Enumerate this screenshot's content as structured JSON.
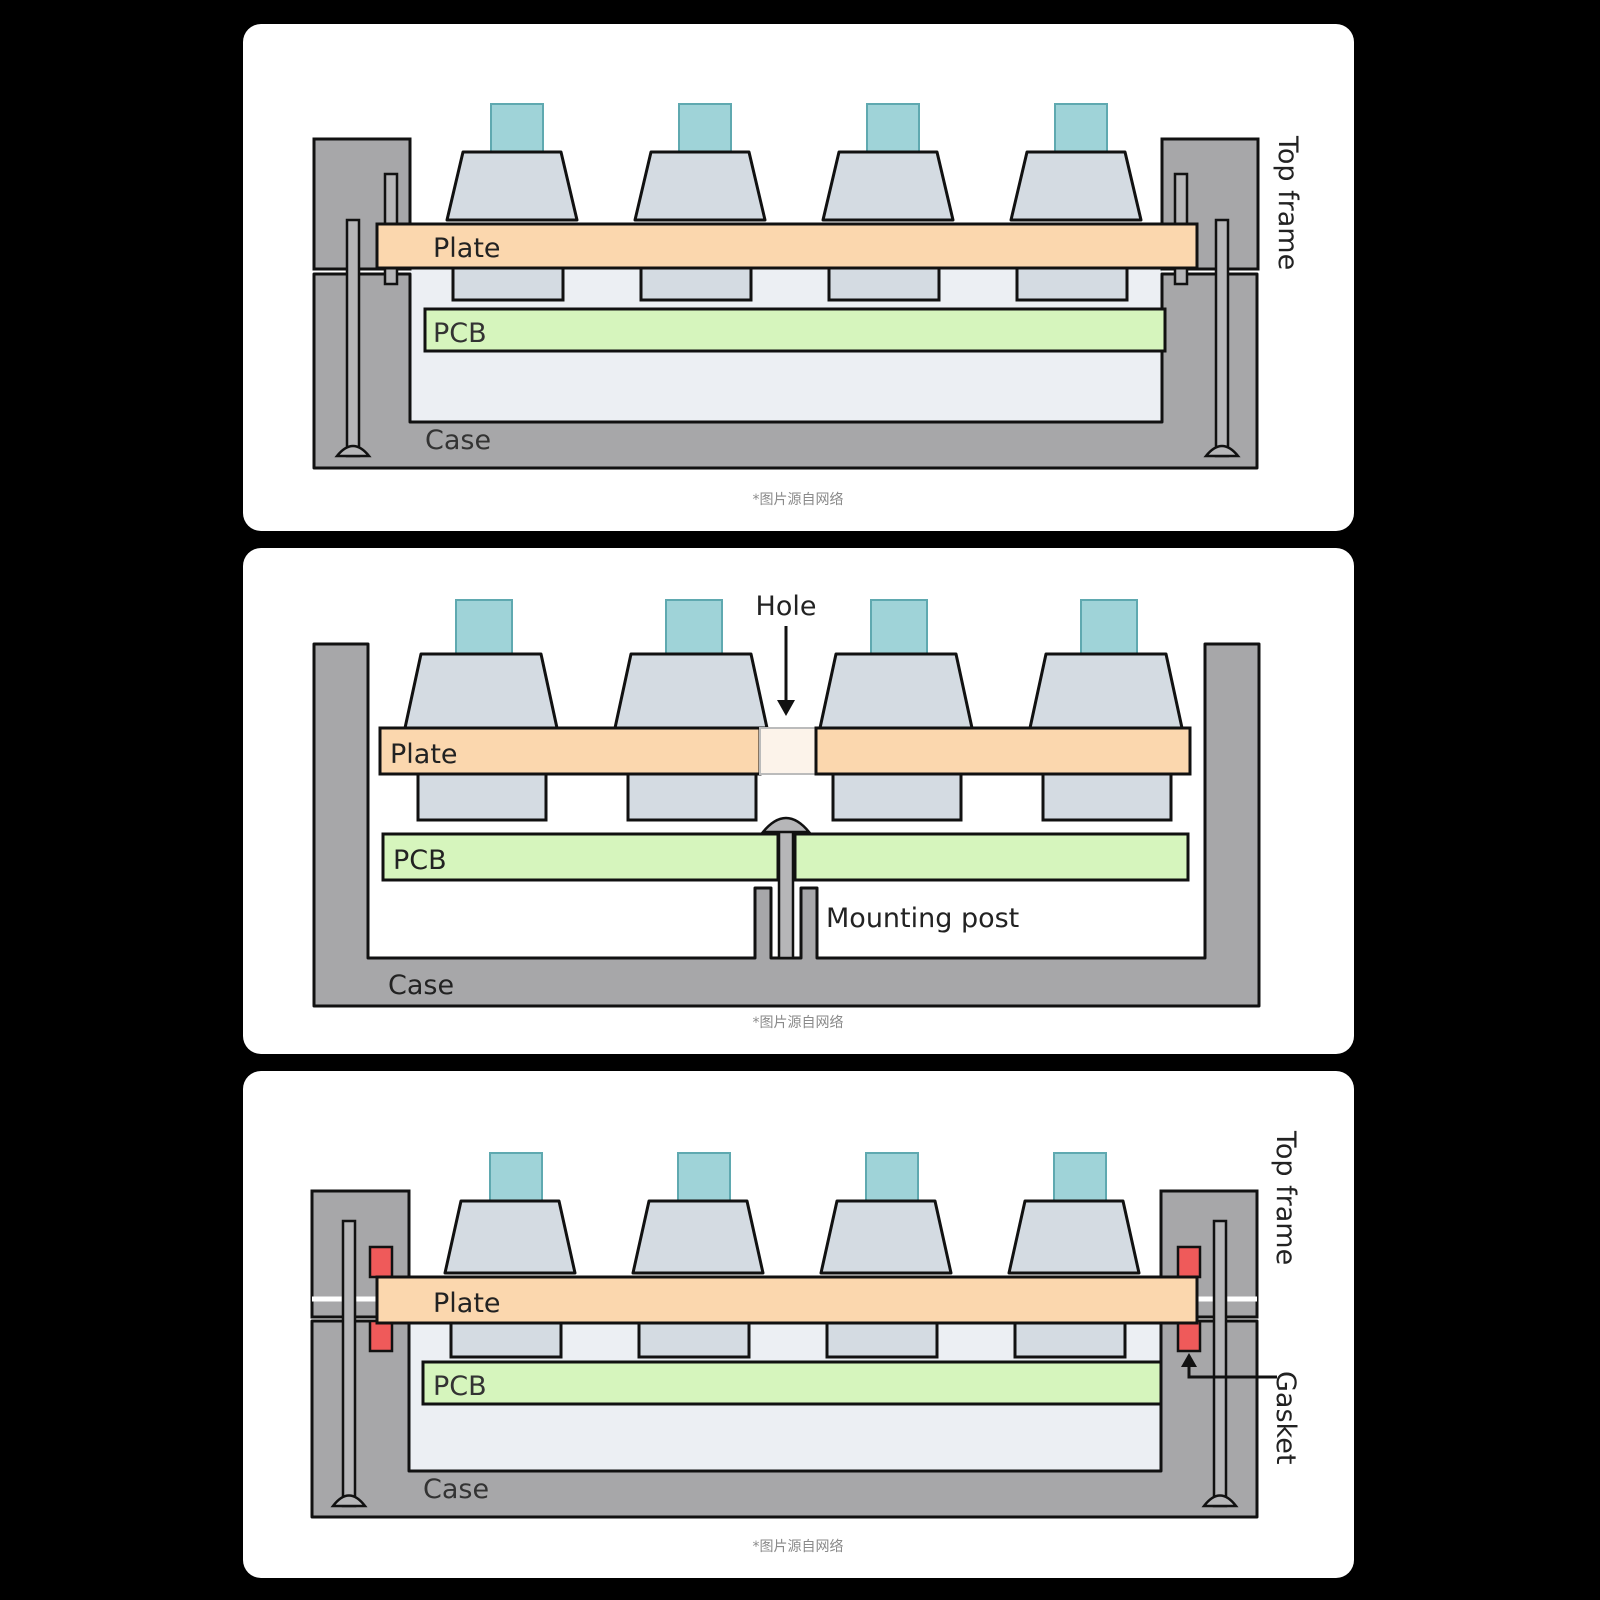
{
  "panels": [
    {
      "plate": "Plate",
      "pcb": "PCB",
      "case": "Case",
      "top_frame": "Top frame",
      "credit": "*图片源自网络"
    },
    {
      "plate": "Plate",
      "pcb": "PCB",
      "case": "Case",
      "hole": "Hole",
      "mounting_post": "Mounting post",
      "credit": "*图片源自网络"
    },
    {
      "plate": "Plate",
      "pcb": "PCB",
      "case": "Case",
      "top_frame": "Top frame",
      "gasket": "Gasket",
      "credit": "*图片源自网络"
    }
  ],
  "colors": {
    "plate": "#fbd7ae",
    "pcb": "#d6f5bd",
    "case": "#a7a7a9",
    "switch_housing": "#d4dbe2",
    "switch_stem": "#9fd3d8",
    "gasket": "#ef5a5a",
    "interior": "#eceff3"
  }
}
